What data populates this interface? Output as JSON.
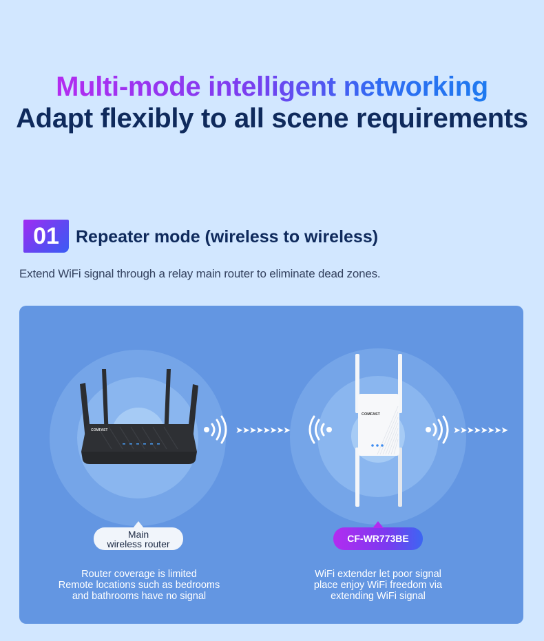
{
  "headline": {
    "line1": "Multi-mode intelligent networking",
    "line2": "Adapt flexibly to all scene requirements"
  },
  "section": {
    "number": "01",
    "title": "Repeater mode (wireless to wireless)",
    "description": "Extend WiFi signal through a relay main router to eliminate dead zones."
  },
  "diagram": {
    "router": {
      "label_line1": "Main",
      "label_line2": "wireless router",
      "brand": "COMFAST",
      "caption": [
        "Router coverage is limited",
        "Remote locations such as bedrooms",
        "and bathrooms have no signal"
      ]
    },
    "extender": {
      "label": "CF-WR773BE",
      "brand": "COMFAST",
      "caption": [
        "WiFi extender let poor signal",
        "place enjoy WiFi freedom via",
        "extending WiFi signal"
      ]
    },
    "arrow_glyphs": "➤➤➤➤➤➤➤➤",
    "icons": [
      "wifi-signal-right-icon",
      "arrow-chain-icon",
      "wifi-signal-left-icon"
    ]
  },
  "colors": {
    "background": "#d2e7ff",
    "panel": "#6396e2",
    "title_dark": "#0f2a5c",
    "gradient_start": "#b42cf0",
    "gradient_end": "#1e7af0"
  }
}
